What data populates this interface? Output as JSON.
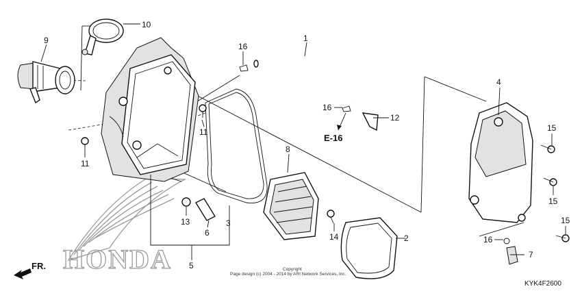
{
  "callouts": {
    "p1": "1",
    "p2": "2",
    "p3": "3",
    "p4": "4",
    "p5": "5",
    "p6": "6",
    "p7": "7",
    "p8": "8",
    "p9": "9",
    "p10": "10",
    "p11a": "11",
    "p11b": "11",
    "p12": "12",
    "p13": "13",
    "p14": "14",
    "p15a": "15",
    "p15b": "15",
    "p15c": "15",
    "p16a": "16",
    "p16b": "16",
    "p16c": "16"
  },
  "reference": "E-16",
  "front_arrow": "FR.",
  "watermark": "HONDA",
  "copyright": {
    "line1": "Copyright",
    "line2": "Page design (c) 2004 - 2014 by ARI Network Services, Inc."
  },
  "diagram_code": "KYK4F2600"
}
